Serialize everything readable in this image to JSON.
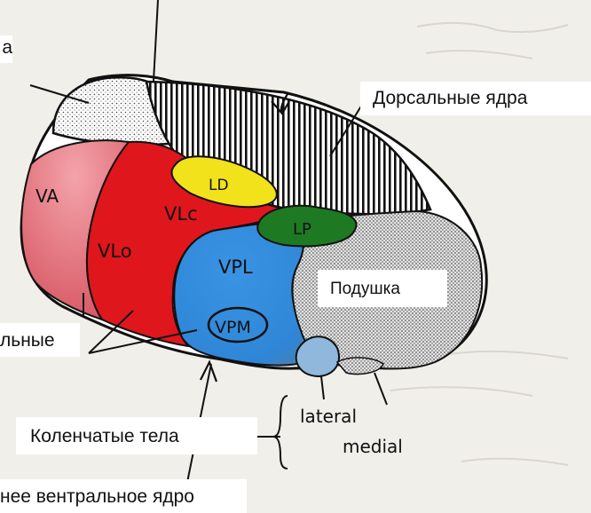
{
  "labels": {
    "top_left_fragment": "а",
    "dorsal": "Дорсальные ядра",
    "pulvinar": "Подушка",
    "ventral_fragment": "льные",
    "geniculate": "Коленчатые тела",
    "bottom_fragment": "нее вентральное ядро"
  },
  "nuclei": {
    "va": "VA",
    "vlo": "VLo",
    "vlc": "VLc",
    "ld": "LD",
    "lp": "LP",
    "vpl": "VPL",
    "vpm": "VPM"
  },
  "geniculate_bodies": {
    "lateral": "lateral",
    "medial": "medial"
  },
  "colors": {
    "background": "#f1efea",
    "va": "#ec8590",
    "vl": "#e0161d",
    "ld": "#f2e21b",
    "lp": "#1e7a22",
    "vp": "#2f86d6",
    "pulvinar": "#c9c9c9",
    "outline": "#111111"
  }
}
